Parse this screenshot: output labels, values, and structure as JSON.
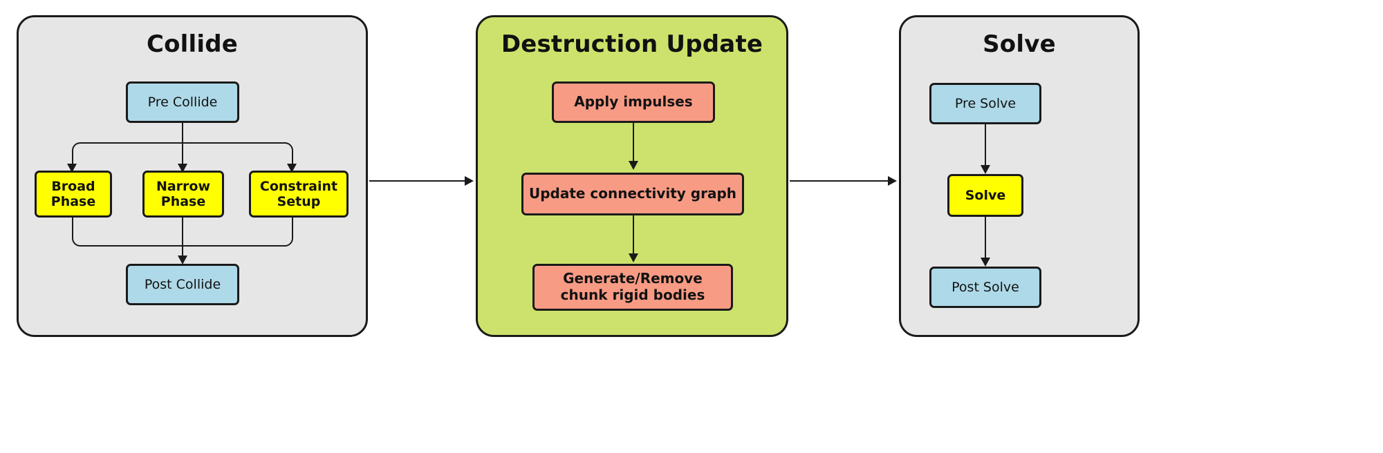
{
  "diagram": {
    "title_collide": "Collide",
    "title_destruction": "Destruction Update",
    "title_solve": "Solve",
    "colors": {
      "panel_gray": "#e6e6e6",
      "panel_lime": "#cde26c",
      "node_blue": "#aed9e8",
      "node_yellow": "#ffff00",
      "node_salmon": "#f89b84",
      "stroke": "#1a1a1a",
      "background": "#ffffff"
    }
  },
  "collide": {
    "title": "Collide",
    "pre": "Pre Collide",
    "branches": [
      {
        "label": "Broad Phase"
      },
      {
        "label": "Narrow Phase"
      },
      {
        "label": "Constraint Setup"
      }
    ],
    "post": "Post Collide"
  },
  "destruction": {
    "title": "Destruction Update",
    "steps": [
      {
        "label": "Apply impulses"
      },
      {
        "label": "Update connectivity graph"
      },
      {
        "label": "Generate/Remove chunk rigid bodies"
      }
    ]
  },
  "solve": {
    "title": "Solve",
    "steps": [
      {
        "label": "Pre Solve"
      },
      {
        "label": "Solve"
      },
      {
        "label": "Post Solve"
      }
    ]
  },
  "connectors": {
    "collide_to_destruction": "arrow-right",
    "destruction_to_solve": "arrow-right"
  }
}
